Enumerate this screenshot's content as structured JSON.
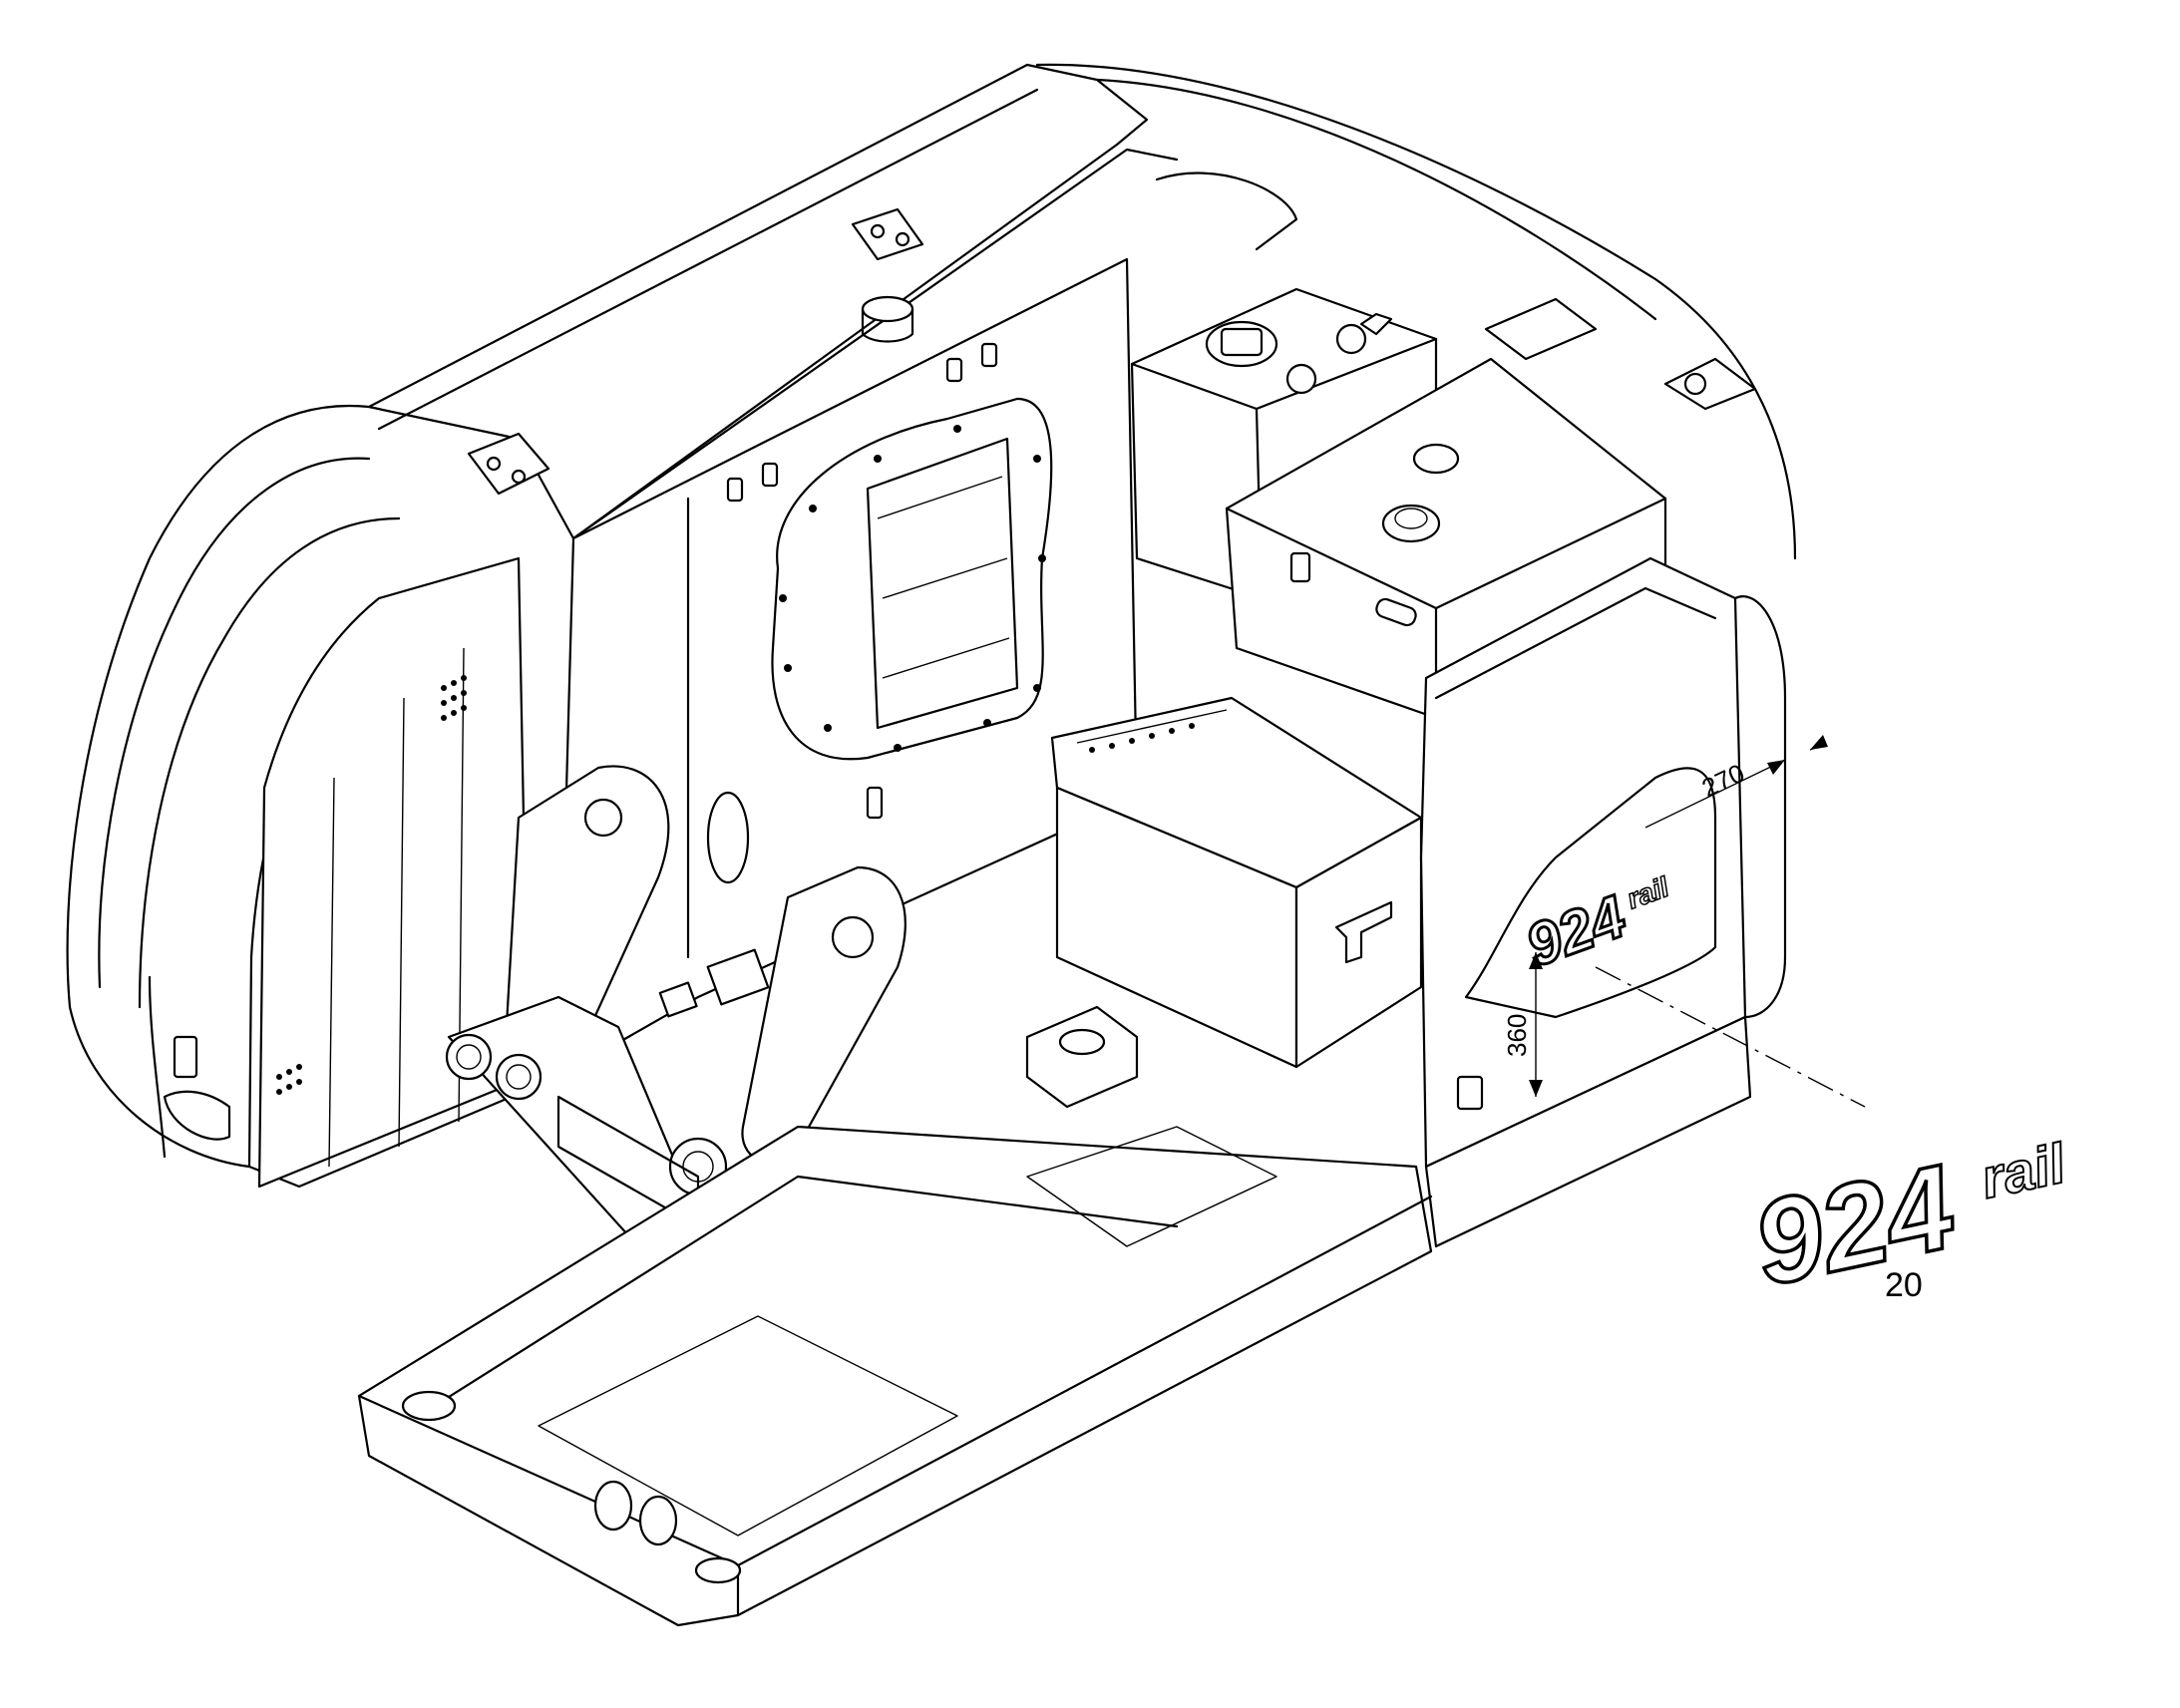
{
  "decal": {
    "model": "924",
    "suffix": "rail"
  },
  "dimensions": {
    "horizontal": "270",
    "vertical": "360"
  },
  "callout": {
    "item_number": "20"
  }
}
